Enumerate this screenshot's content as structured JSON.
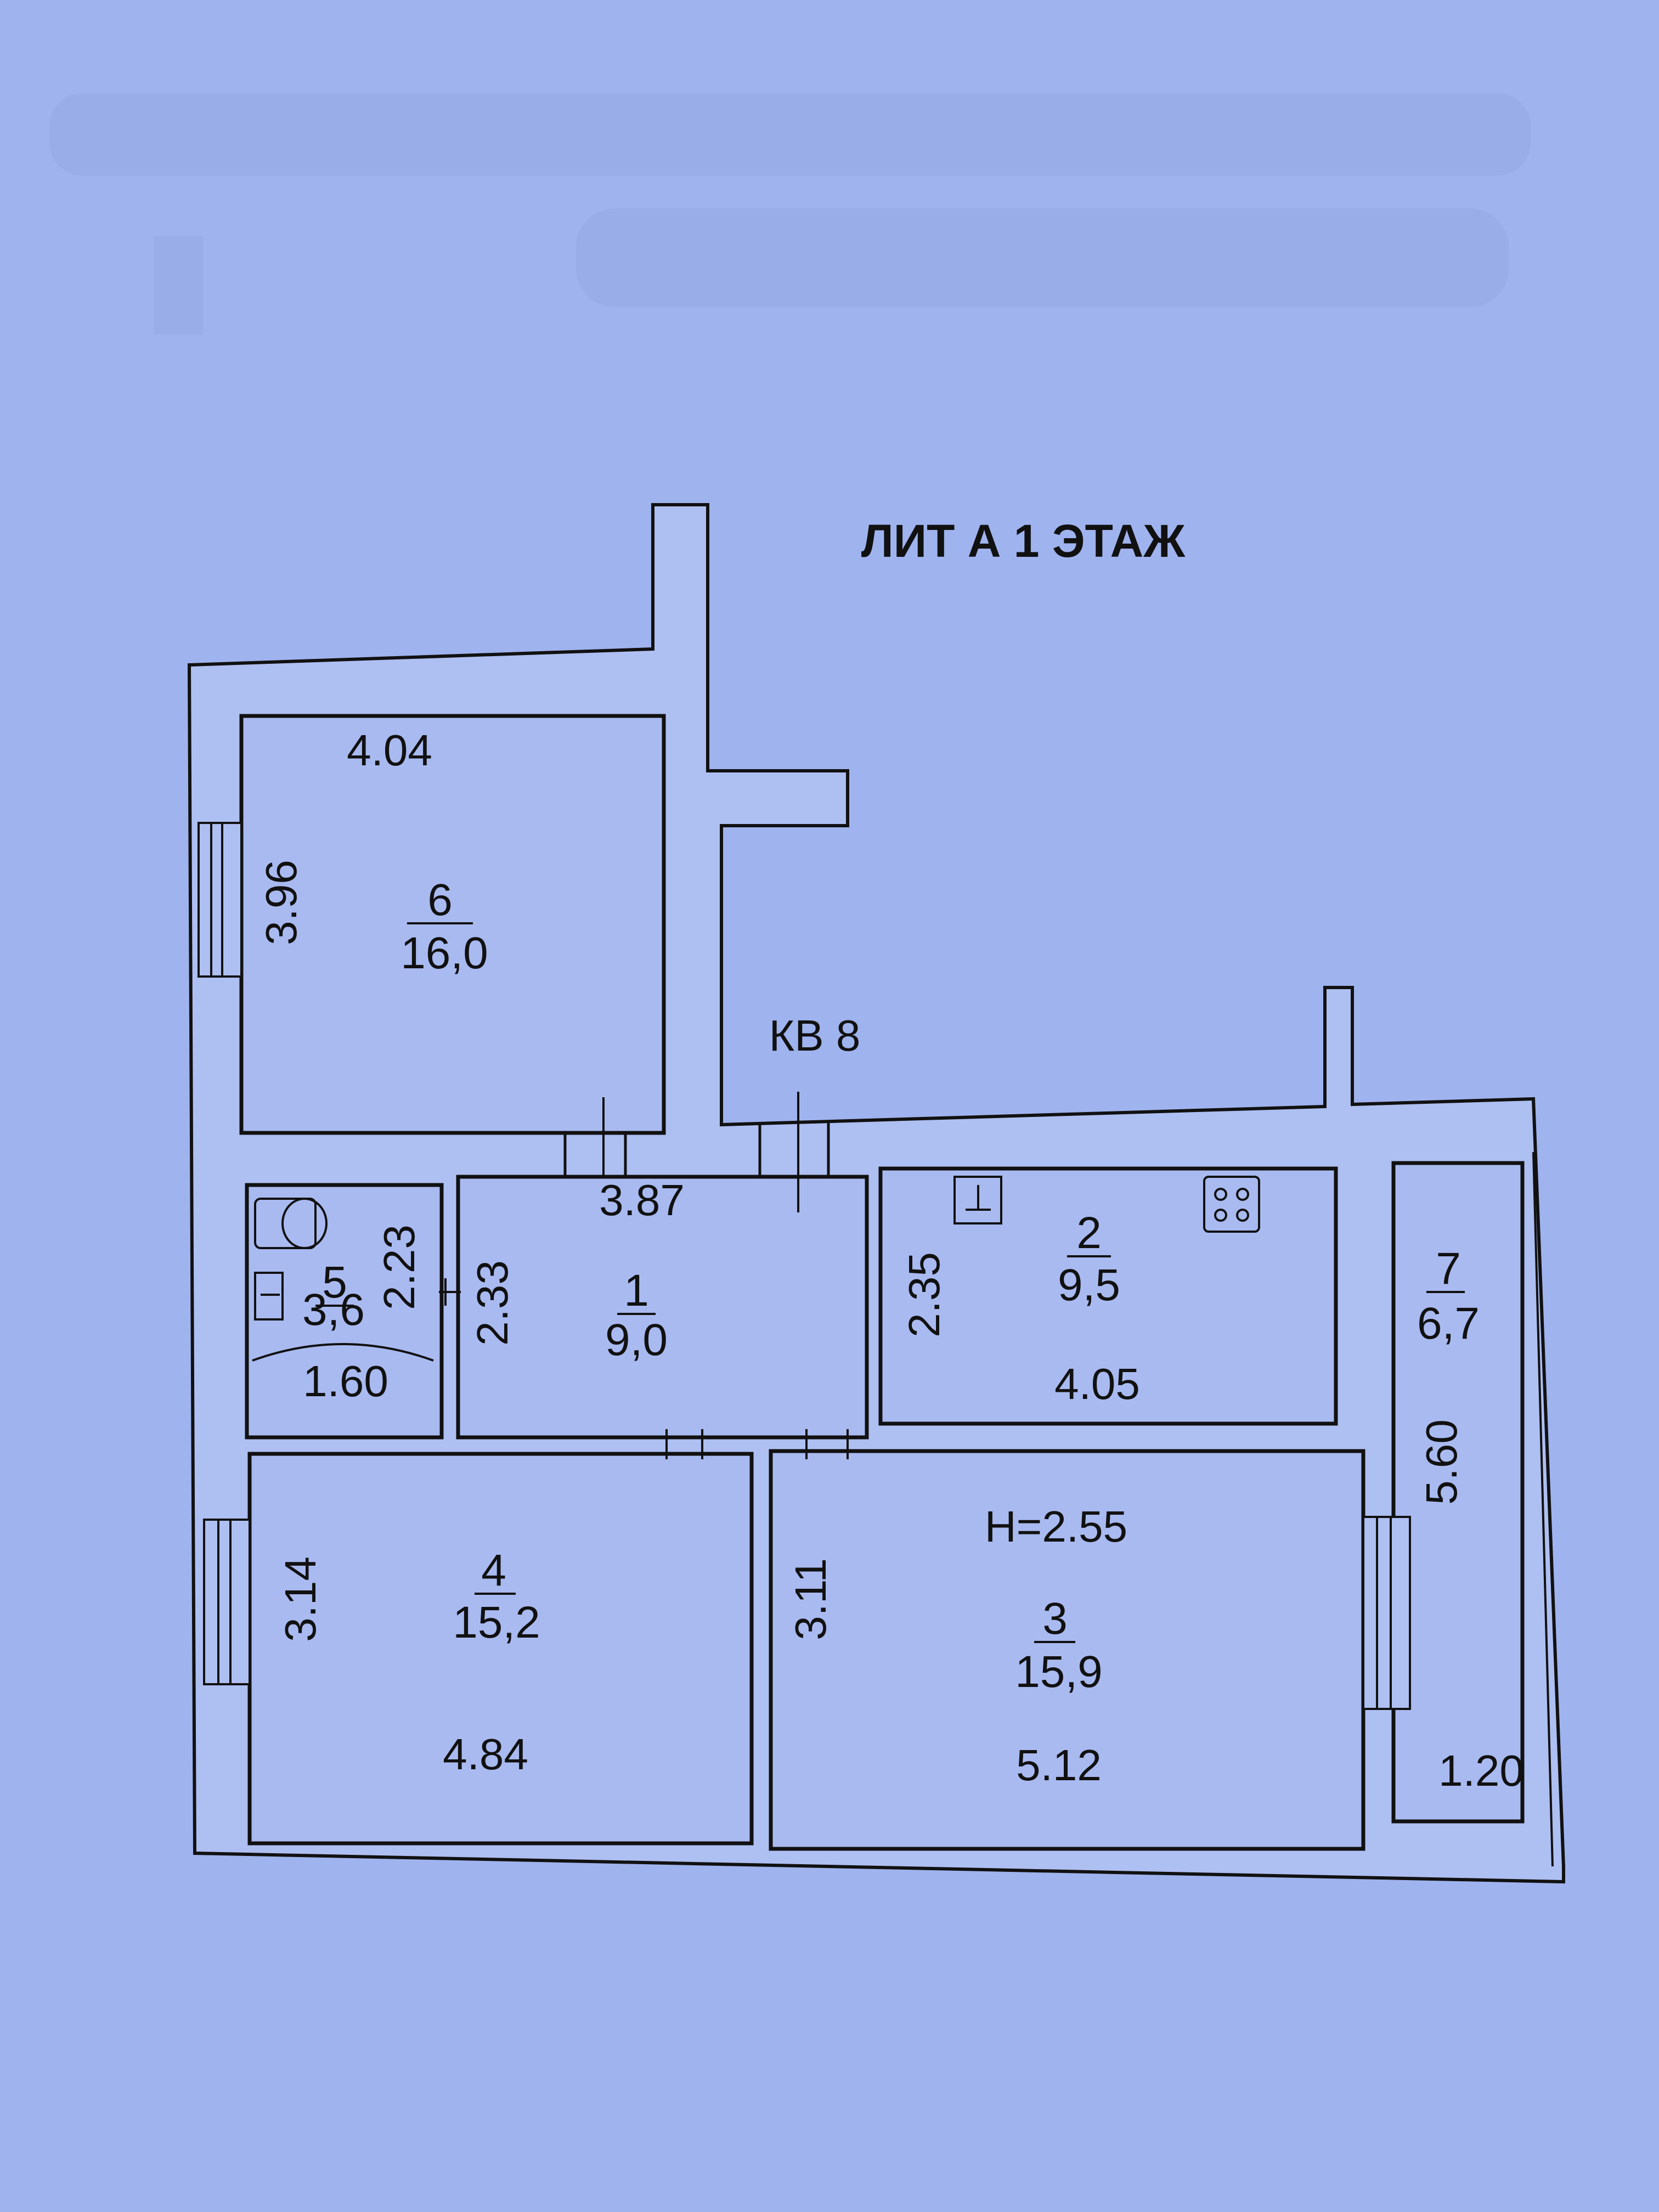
{
  "plan": {
    "title": "ЛИТ А 1 ЭТАЖ",
    "apartment": "КВ 8",
    "ceiling_height": "H=2.55"
  },
  "rooms": {
    "r6": {
      "number": "6",
      "area": "16,0",
      "width": "4.04",
      "height": "3.96"
    },
    "r5": {
      "number": "5",
      "area": "3,6",
      "width": "1.60",
      "height": "2.23"
    },
    "r1": {
      "number": "1",
      "area": "9,0",
      "width": "3.87",
      "height": "2.33"
    },
    "r2": {
      "number": "2",
      "area": "9,5",
      "width": "4.05",
      "height": "2.35"
    },
    "r7": {
      "number": "7",
      "area": "6,7",
      "width": "1.20",
      "height": "5.60"
    },
    "r4": {
      "number": "4",
      "area": "15,2",
      "width": "4.84",
      "height": "3.14"
    },
    "r3": {
      "number": "3",
      "area": "15,9",
      "width": "5.12",
      "height": "3.11"
    }
  },
  "colors": {
    "paper": "#9fb3ee",
    "ink": "#111111"
  }
}
